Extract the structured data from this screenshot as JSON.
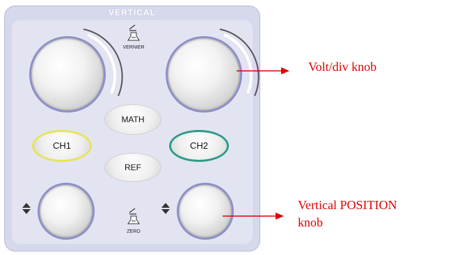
{
  "panel": {
    "title": "VERTICAL",
    "vernier_label": "VERNIER",
    "zero_label": "ZERO"
  },
  "buttons": {
    "math": "MATH",
    "ch1": "CH1",
    "ch2": "CH2",
    "ref": "REF"
  },
  "annotations": {
    "volt_div": "Volt/div knob",
    "vertical_position_line1": "Vertical POSITION",
    "vertical_position_line2": "knob"
  },
  "icons": {
    "vernier": "push-knob-icon",
    "zero": "push-knob-icon",
    "position_left": "up-down-arrows-icon",
    "position_right": "up-down-arrows-icon"
  },
  "colors": {
    "panel_bg": "#d6d8ec",
    "knob_ring": "#8d90c7",
    "ch1_ring": "#e8e35a",
    "ch2_ring": "#2e9b88",
    "annotation": "#e00000"
  }
}
